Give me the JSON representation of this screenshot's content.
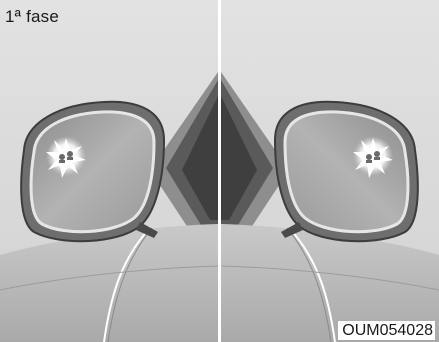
{
  "stage_label": "1ª fase",
  "image_code": "OUM054028",
  "panels": [
    {
      "side": "left",
      "content": "side-mirror-illustration",
      "icon": "blind-spot-warning-icon",
      "icon_state": "lit"
    },
    {
      "side": "right",
      "content": "side-mirror-illustration",
      "icon": "blind-spot-warning-icon",
      "icon_state": "lit"
    }
  ],
  "colors": {
    "background": "#d9d9d9",
    "mirror_frame": "#7a7a7a",
    "mirror_glass": "#a8a8a8",
    "car_body": "#bdbdbd",
    "icon_glow": "#ffffff"
  }
}
